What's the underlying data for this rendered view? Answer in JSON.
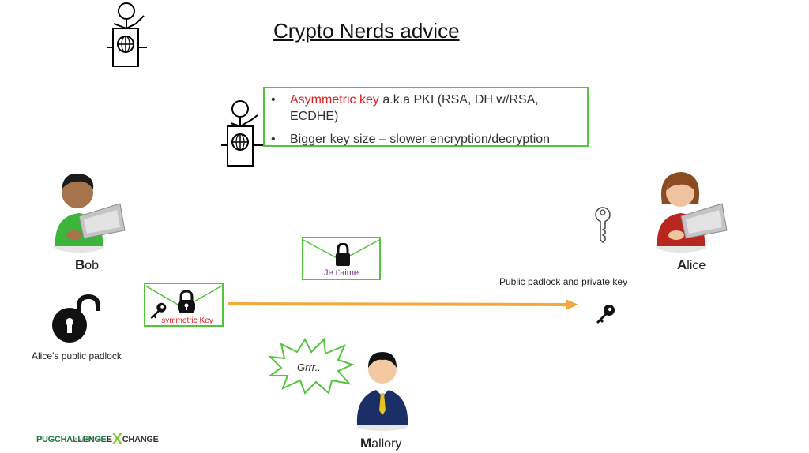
{
  "title": "Crypto Nerds advice",
  "advice": {
    "item1_highlight": "Asymmetric key",
    "item1_rest": " a.k.a PKI (RSA, DH w/RSA, ECDHE)",
    "item2": "Bigger key size – slower encryption/decryption"
  },
  "bob": {
    "initial": "B",
    "rest": "ob"
  },
  "alice": {
    "initial": "A",
    "rest": "lice"
  },
  "mallory": {
    "initial": "M",
    "rest": "allory"
  },
  "alice_padlock_caption": "Alice’s public padlock",
  "alice_keys_caption": "Public padlock and private key",
  "message_envelope_text": "Je t’aime",
  "key_envelope_text": "symmetric Key",
  "mallory_burst_text": "Grrr..",
  "logo": {
    "part1": "PUGCHALLENGE",
    "part2": "E",
    "x": "X",
    "part3": "CHANGE",
    "sub": "AMERICAS"
  },
  "colors": {
    "frame_green": "#53c43c",
    "arrow_orange": "#f2a93b",
    "highlight_red": "#e01d1d",
    "message_purple": "#7a2f8a"
  }
}
